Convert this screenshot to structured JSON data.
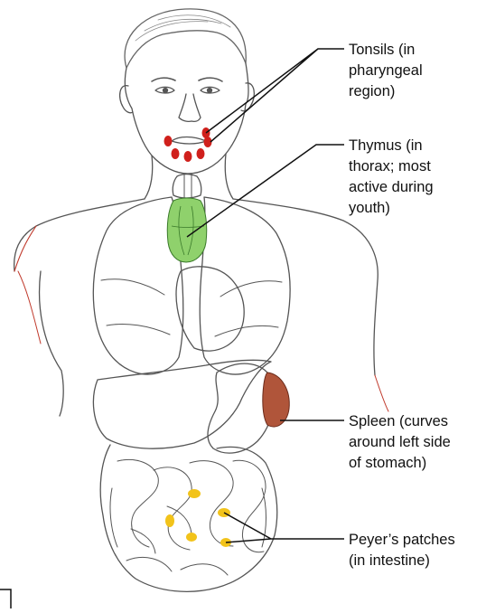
{
  "labels": {
    "tonsils": [
      "Tonsils (in",
      "pharyngeal",
      "region)"
    ],
    "thymus": [
      "Thymus (in",
      "thorax; most",
      "active during",
      "youth)"
    ],
    "spleen": [
      "Spleen (curves",
      "around left side",
      "of stomach)"
    ],
    "peyers": [
      "Peyer’s patches",
      "(in intestine)"
    ]
  },
  "colors": {
    "tonsils": "#d0201c",
    "thymus": "#8fd16c",
    "spleen": "#b0553a",
    "peyers": "#f2c31a",
    "outline": "#444444",
    "skin_edge": "#c0392b"
  }
}
